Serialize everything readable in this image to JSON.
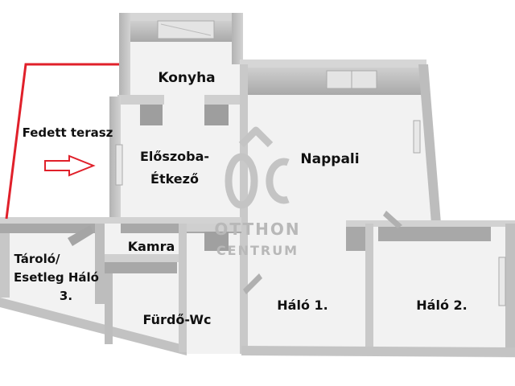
{
  "rooms": {
    "konyha": "Konyha",
    "nappali": "Nappali",
    "fedett_terasz": "Fedett terasz",
    "eloszoba_line1": "Előszoba-",
    "eloszoba_line2": "Étkező",
    "kamra": "Kamra",
    "tarolo_line1": "Tároló/",
    "tarolo_line2": "Esetleg Háló",
    "tarolo_line3": "3.",
    "furdo": "Fürdő-Wc",
    "halo1": "Háló 1.",
    "halo2": "Háló 2."
  },
  "watermark": {
    "line1": "OTTHON",
    "line2": "CENTRUM"
  },
  "colors": {
    "floor": "#f1f1f1",
    "wall_top": "#d4d4d4",
    "wall_shadow": "#9a9a9a",
    "terrace_line": "#e0202a",
    "arrow": "#e0202a"
  }
}
